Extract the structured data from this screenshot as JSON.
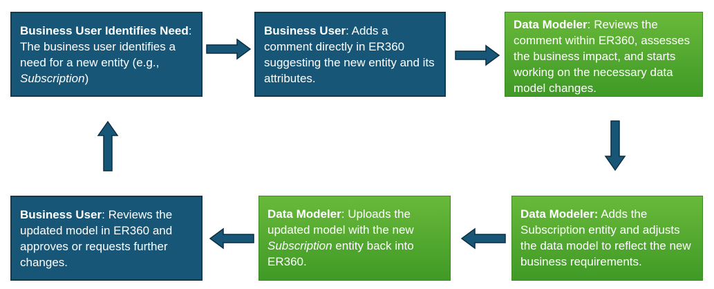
{
  "steps": [
    {
      "id": "b1",
      "color": "#175676",
      "parts": [
        {
          "t": "Business User Identifies Need",
          "s": "b"
        },
        {
          "t": ": The business user identifies a need for a new entity (e.g., "
        },
        {
          "t": "Subscription",
          "s": "i"
        },
        {
          "t": ")"
        }
      ]
    },
    {
      "id": "b2",
      "color": "#175676",
      "parts": [
        {
          "t": "Business User",
          "s": "b"
        },
        {
          "t": ": Adds a comment directly in ER360 suggesting the new entity and its attributes."
        }
      ]
    },
    {
      "id": "b3",
      "color": "#4fa92e",
      "parts": [
        {
          "t": "Data Modeler",
          "s": "b"
        },
        {
          "t": ": Reviews the comment within ER360, assesses the business impact, and starts working on the necessary data model changes."
        }
      ]
    },
    {
      "id": "b4",
      "color": "#4fa92e",
      "parts": [
        {
          "t": "Data Modeler:",
          "s": "b"
        },
        {
          "t": " Adds the Subscription entity and adjusts the data model to reflect the new business requirements."
        }
      ]
    },
    {
      "id": "b5",
      "color": "#4fa92e",
      "parts": [
        {
          "t": "Data Modeler",
          "s": "b"
        },
        {
          "t": ": Uploads the updated model with the new "
        },
        {
          "t": "Subscription",
          "s": "i"
        },
        {
          "t": " entity back into ER360."
        }
      ]
    },
    {
      "id": "b6",
      "color": "#175676",
      "parts": [
        {
          "t": "Business User",
          "s": "b"
        },
        {
          "t": ": Reviews the updated model in ER360 and approves or requests further changes."
        }
      ]
    }
  ],
  "colors": {
    "arrow_fill": "#175676",
    "arrow_stroke": "#0b2f42"
  }
}
